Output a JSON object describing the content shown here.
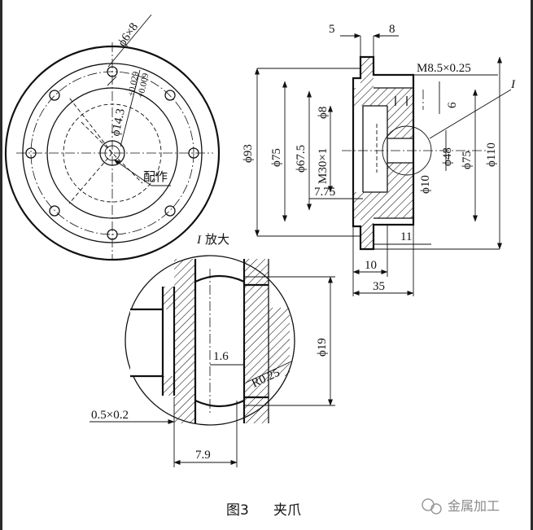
{
  "front_view": {
    "holes_label": "ϕ6×8",
    "bore_label": "ϕ14.3",
    "tol_upper": "+0.029",
    "tol_lower": "+0.009",
    "note": "配作"
  },
  "section_view": {
    "dim_5": "5",
    "dim_8": "8",
    "thread_small": "M8.5×0.25",
    "dim_6": "6",
    "detail_ref": "I",
    "d93": "ϕ93",
    "d75_left": "ϕ75",
    "d67_5": "ϕ67.5",
    "thread_m30": "M30×1",
    "d8": "ϕ8",
    "d48": "ϕ48",
    "d75_right": "ϕ75",
    "d110": "ϕ110",
    "d10": "ϕ10",
    "dim_7_75": "7.75",
    "dim_11": "11",
    "dim_10": "10",
    "dim_35": "35"
  },
  "detail_view": {
    "title": "I放大",
    "d19": "ϕ19",
    "dim_1_6": "1.6",
    "radius": "R0.25",
    "chamfer": "0.5×0.2",
    "dim_7_9": "7.9"
  },
  "caption": {
    "figure": "图3",
    "title": "夹爪"
  },
  "watermark": {
    "text": "金属加工"
  }
}
